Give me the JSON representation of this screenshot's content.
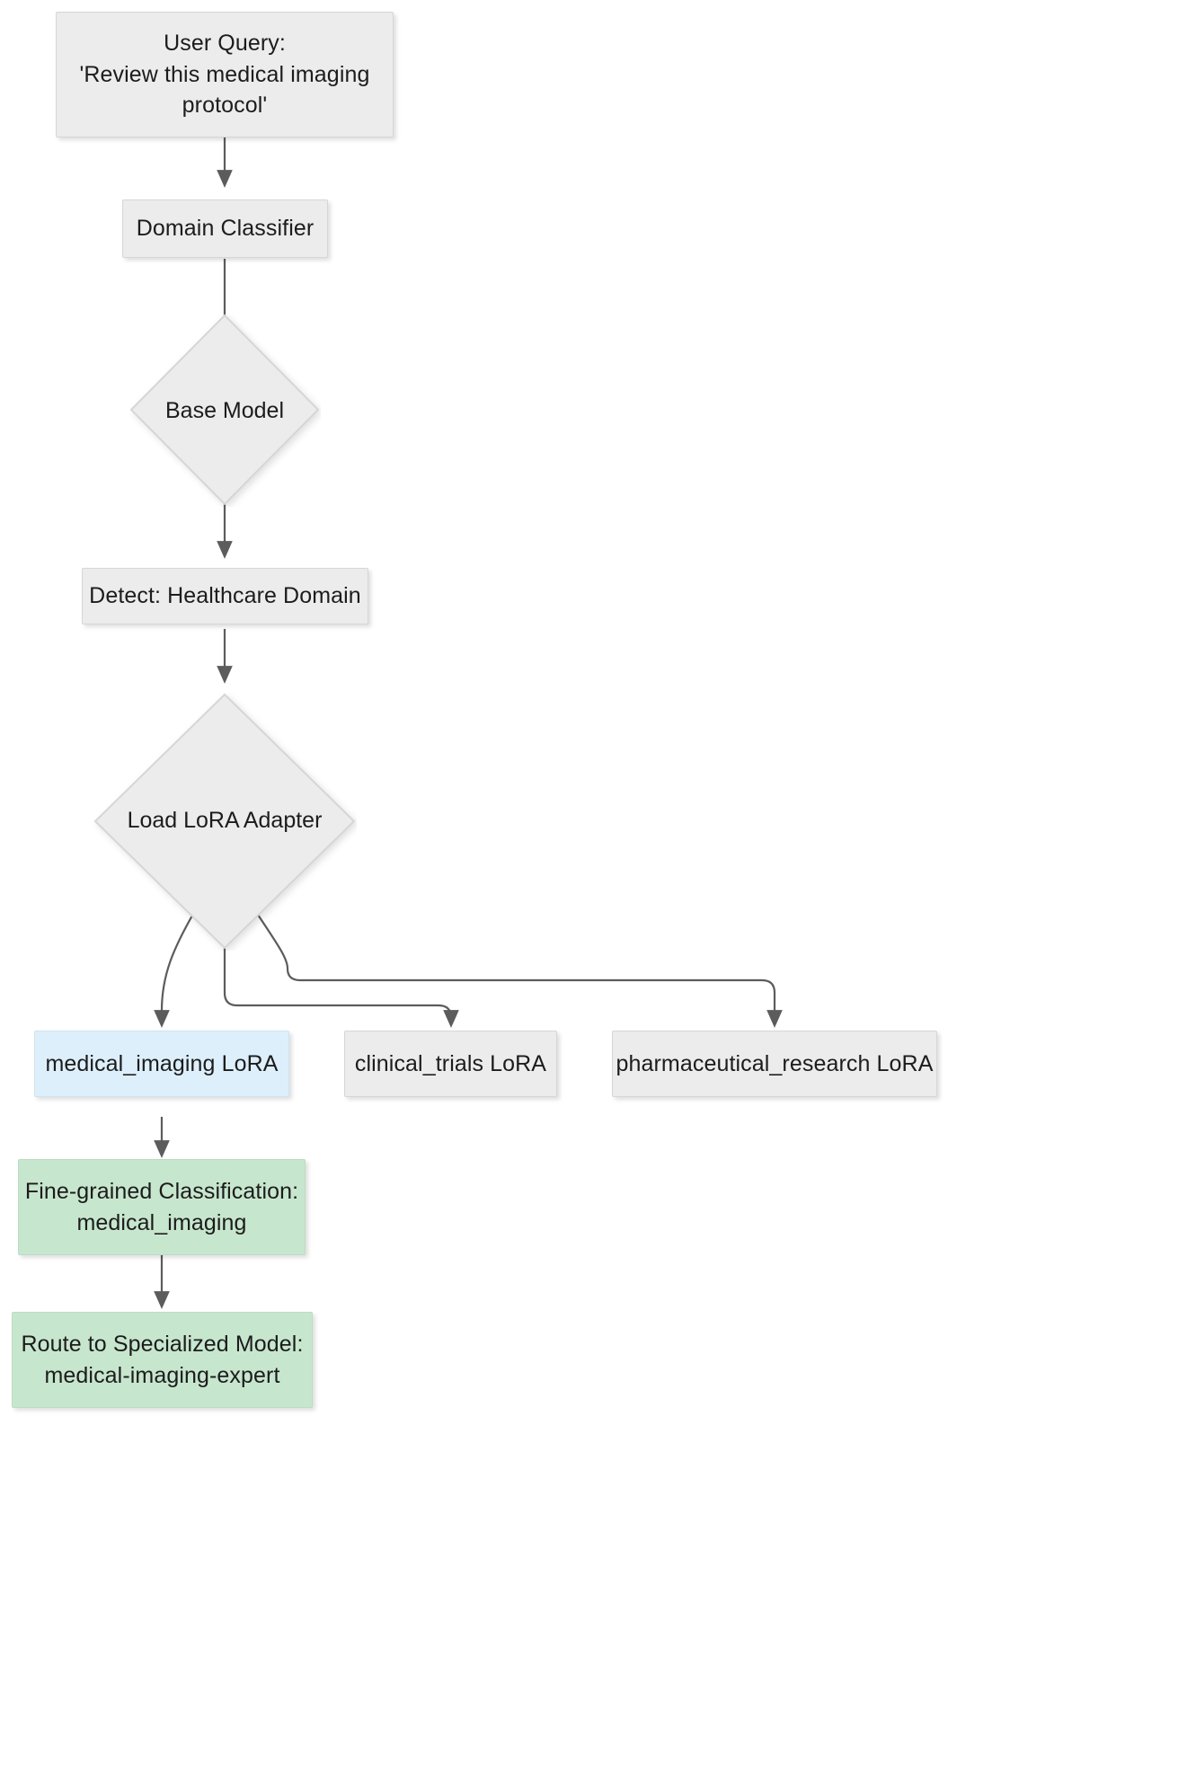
{
  "diagram": {
    "type": "flowchart",
    "orientation": "top-down",
    "background": "#ffffff",
    "palette": {
      "default_fill": "#ececec",
      "default_stroke": "#d6d6d6",
      "highlight_fill": "#ddeffb",
      "highlight_stroke": "#cfe3ef",
      "result_fill": "#c7e6ce",
      "result_stroke": "#bcdcc3",
      "edge_color": "#5c5c5c",
      "text_color": "#1c1c1c"
    },
    "nodes": {
      "user_query": {
        "label": "User Query:\n'Review this medical imaging\nprotocol'",
        "shape": "rect",
        "style": "default"
      },
      "domain_classifier": {
        "label": "Domain Classifier",
        "shape": "rect",
        "style": "default"
      },
      "base_model": {
        "label": "Base Model",
        "shape": "diamond",
        "style": "default"
      },
      "detect_domain": {
        "label": "Detect: Healthcare Domain",
        "shape": "rect",
        "style": "default"
      },
      "load_lora": {
        "label": "Load LoRA Adapter",
        "shape": "diamond",
        "style": "default"
      },
      "medical_imaging_lora": {
        "label": "medical_imaging LoRA",
        "shape": "rect",
        "style": "highlight"
      },
      "clinical_trials_lora": {
        "label": "clinical_trials LoRA",
        "shape": "rect",
        "style": "default"
      },
      "pharmaceutical_research_lora": {
        "label": "pharmaceutical_research LoRA",
        "shape": "rect",
        "style": "default"
      },
      "fine_grained": {
        "label": "Fine-grained Classification:\nmedical_imaging",
        "shape": "rect",
        "style": "result"
      },
      "route_specialized": {
        "label": "Route to Specialized Model:\nmedical-imaging-expert",
        "shape": "rect",
        "style": "result"
      }
    },
    "edges": [
      {
        "from": "user_query",
        "to": "domain_classifier",
        "label": ""
      },
      {
        "from": "domain_classifier",
        "to": "base_model",
        "label": ""
      },
      {
        "from": "base_model",
        "to": "detect_domain",
        "label": ""
      },
      {
        "from": "detect_domain",
        "to": "load_lora",
        "label": ""
      },
      {
        "from": "load_lora",
        "to": "medical_imaging_lora",
        "label": ""
      },
      {
        "from": "load_lora",
        "to": "clinical_trials_lora",
        "label": ""
      },
      {
        "from": "load_lora",
        "to": "pharmaceutical_research_lora",
        "label": ""
      },
      {
        "from": "medical_imaging_lora",
        "to": "fine_grained",
        "label": ""
      },
      {
        "from": "fine_grained",
        "to": "route_specialized",
        "label": ""
      }
    ]
  }
}
